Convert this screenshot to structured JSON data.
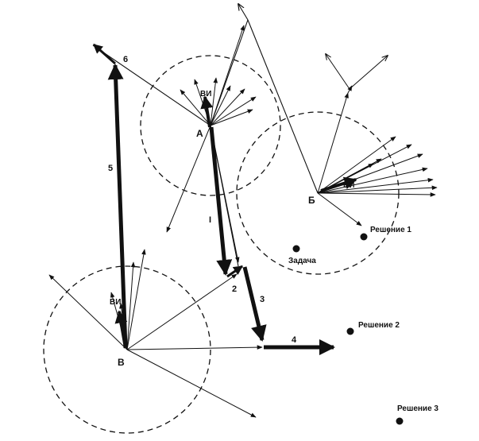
{
  "labels": {
    "node_a": "А",
    "node_b_cyr": "Б",
    "node_v": "В",
    "vi_a": "ВИ",
    "vi_b": "ВИ",
    "vi_v": "ВИ",
    "task": "Задача",
    "solution_1": "Решение 1",
    "solution_2": "Решение 2",
    "solution_3": "Решение 3",
    "step_1": "I",
    "step_2": "2",
    "step_3": "3",
    "step_4": "4",
    "step_5": "5",
    "step_6": "6"
  },
  "colors": {
    "ink": "#111111",
    "background": "#ffffff"
  }
}
